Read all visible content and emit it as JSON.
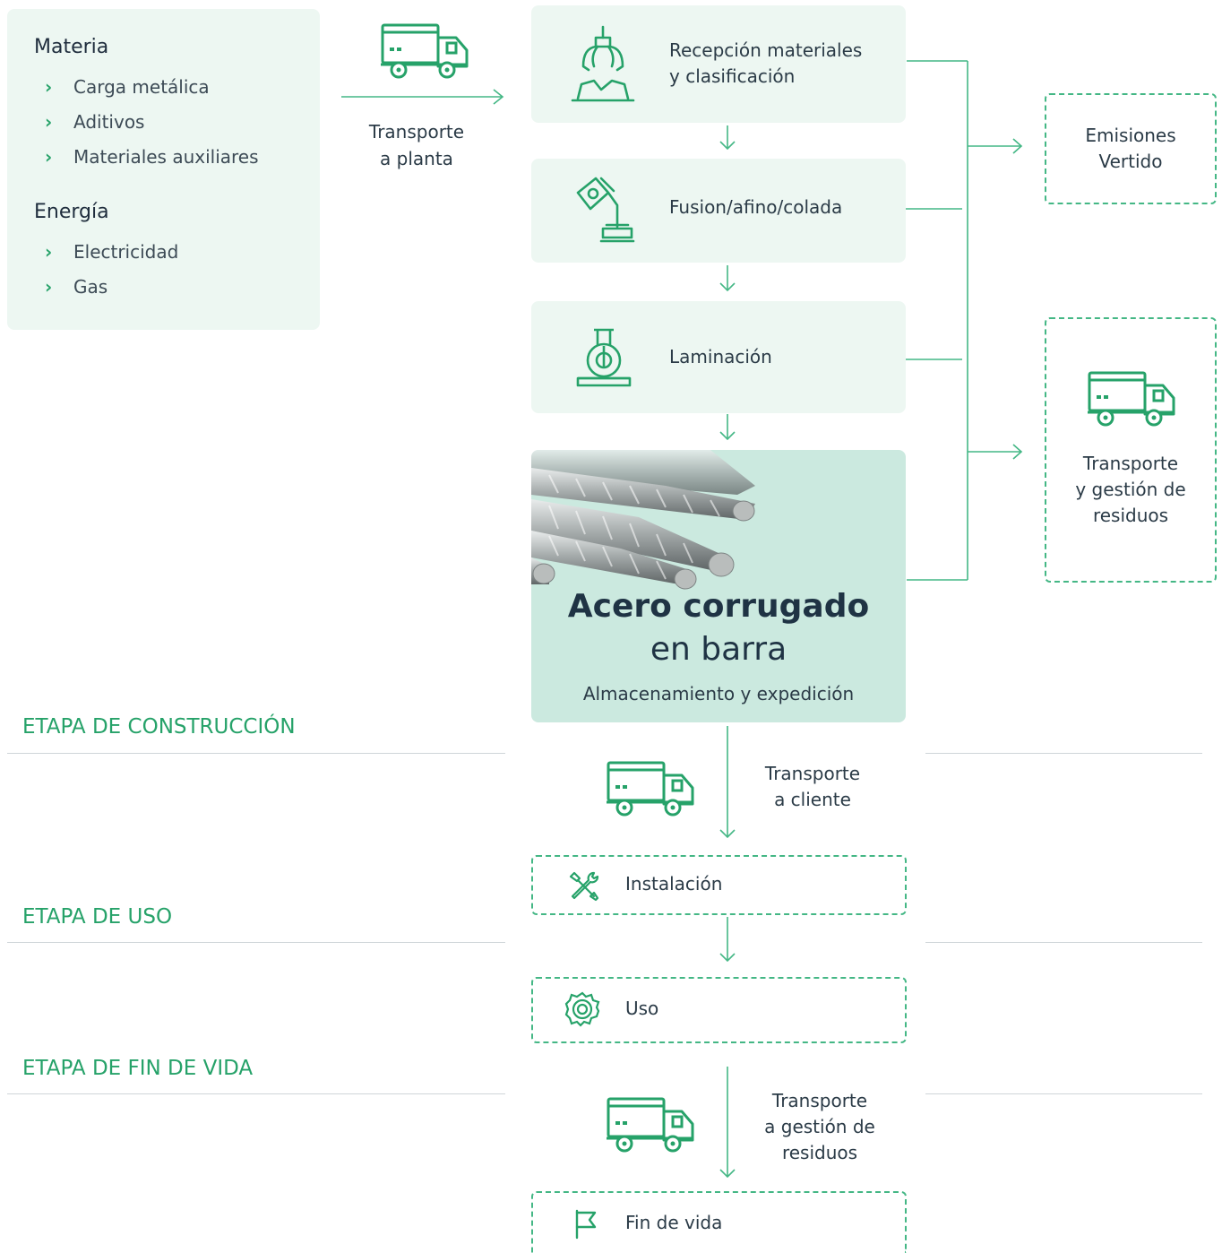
{
  "inputs": {
    "materia_title": "Materia",
    "materia_items": [
      "Carga metálica",
      "Aditivos",
      "Materiales auxiliares"
    ],
    "energia_title": "Energía",
    "energia_items": [
      "Electricidad",
      "Gas"
    ]
  },
  "transport_plant": {
    "line1": "Transporte",
    "line2": "a planta"
  },
  "processes": [
    {
      "line1": "Recepción materiales",
      "line2": "y clasificación",
      "icon": "grab-crane-icon"
    },
    {
      "label": "Fusion/afino/colada",
      "icon": "ladle-icon"
    },
    {
      "label": "Laminación",
      "icon": "rolling-mill-icon"
    }
  ],
  "product": {
    "title": "Acero corrugado",
    "subtitle": "en barra",
    "caption": "Almacenamiento y expedición"
  },
  "outputs": {
    "emissions_line1": "Emisiones",
    "emissions_line2": "Vertido",
    "waste_line1": "Transporte",
    "waste_line2": "y gestión de",
    "waste_line3": "residuos"
  },
  "stages": {
    "construction": "ETAPA DE CONSTRUCCIÓN",
    "use": "ETAPA DE USO",
    "end_of_life": "ETAPA DE FIN DE VIDA"
  },
  "transport_client": {
    "line1": "Transporte",
    "line2": "a cliente"
  },
  "installation": {
    "label": "Instalación",
    "icon": "tools-icon"
  },
  "use": {
    "label": "Uso",
    "icon": "gear-icon"
  },
  "transport_waste": {
    "line1": "Transporte",
    "line2": "a gestión de",
    "line3": "residuos"
  },
  "end_of_life": {
    "label": "Fin de vida",
    "icon": "flag-icon"
  },
  "colors": {
    "accent": "#26a269",
    "card_bg": "#edf7f2",
    "product_bg": "#cbe9df"
  }
}
